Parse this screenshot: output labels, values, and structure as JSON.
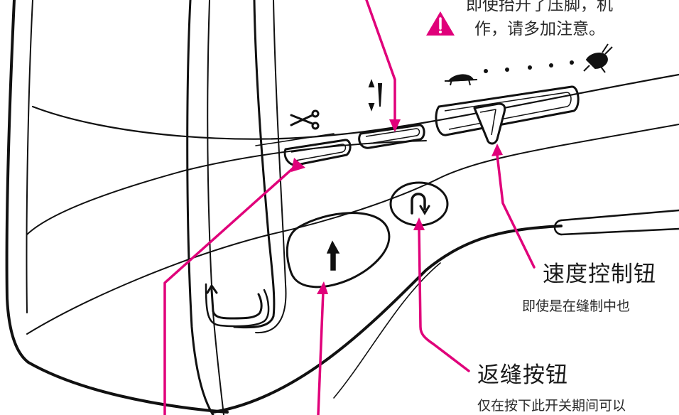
{
  "colors": {
    "callout": "#e0007a",
    "ink": "#111111",
    "warning": "#e0007a"
  },
  "warning": {
    "icon": "warning-triangle-icon",
    "line1": "即使抬升了压脚，机",
    "line2": "作，请多加注意。"
  },
  "speed_control": {
    "title": "速度控制钮",
    "description": "即使是在缝制中也"
  },
  "reverse_button": {
    "title": "返缝按钮",
    "description": "仅在按下此开关期间可以"
  },
  "icons": {
    "scissors": "scissors-icon",
    "needle_position": "needle-up-down-icon",
    "turtle": "turtle-slow-icon",
    "rabbit": "rabbit-fast-icon",
    "reverse": "reverse-stitch-icon",
    "start_stop": "start-stop-arrow-icon",
    "presser_lever": "presser-foot-lever"
  }
}
